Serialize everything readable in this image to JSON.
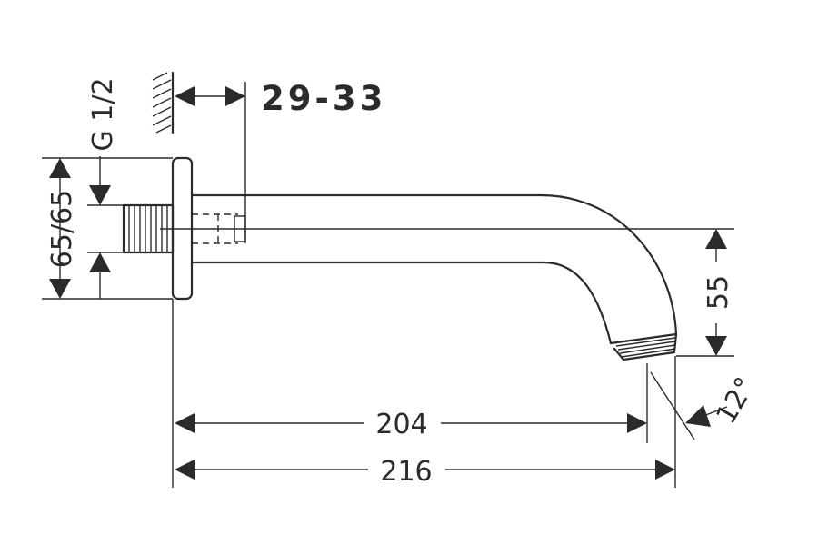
{
  "drawing": {
    "wall_depth": "29-33",
    "thread": "G 1/2",
    "rosette": "65/65",
    "height": "55",
    "length_short": "204",
    "length_long": "216",
    "angle": "12°"
  }
}
